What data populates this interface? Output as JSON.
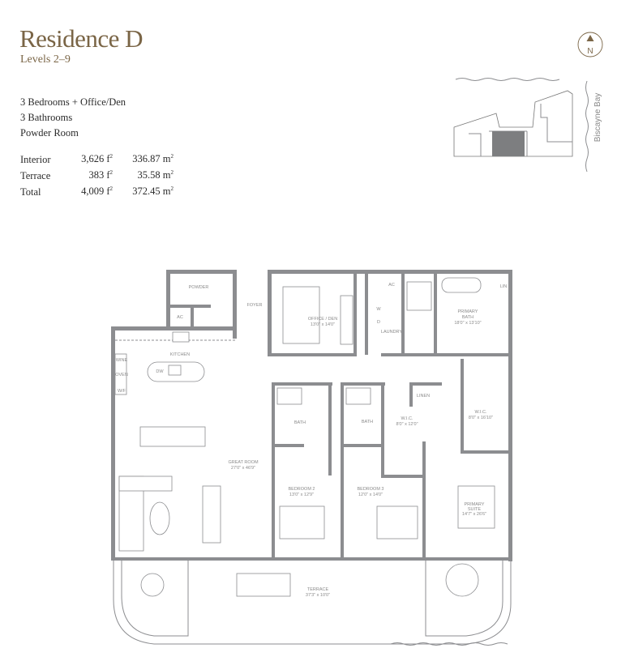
{
  "header": {
    "title": "Residence D",
    "subtitle": "Levels 2–9"
  },
  "features": [
    "3 Bedrooms + Office/Den",
    "3 Bathrooms",
    "Powder Room"
  ],
  "areas": [
    {
      "label": "Interior",
      "sqft": "3,626 f",
      "sqm": "336.87 m"
    },
    {
      "label": "Terrace",
      "sqft": "383 f",
      "sqm": "35.58 m"
    },
    {
      "label": "Total",
      "sqft": "4,009 f",
      "sqm": "372.45 m"
    }
  ],
  "sup": "2",
  "compass": {
    "label": "N"
  },
  "keyplan": {
    "water_label": "Biscayne Bay"
  },
  "rooms": {
    "powder": "POWDER",
    "ac1": "AC",
    "foyer": "FOYER",
    "office": "OFFICE / DEN",
    "office_dim": "13'0\" x 14'0\"",
    "ac2": "AC",
    "washer": "W",
    "dryer": "D",
    "laundry": "LAUNDRY",
    "primary_bath": "PRIMARY",
    "primary_bath2": "BATH",
    "primary_bath_dim": "18'0\" x 13'10\"",
    "lin": "LIN",
    "kitchen": "KITCHEN",
    "wine": "WINE",
    "oven": "OVEN",
    "wf": "W/F",
    "dw": "DW",
    "bath2": "BATH",
    "bath3": "BATH",
    "linen": "LINEN",
    "wic1": "W.I.C.",
    "wic1_dim": "8'0\" x 12'0\"",
    "wic2": "W.I.C.",
    "wic2_dim": "8'0\" x 16'10\"",
    "great_room": "GREAT ROOM",
    "great_room_dim": "27'0\" x 46'9\"",
    "bedroom2": "BEDROOM 2",
    "bedroom2_dim": "13'0\" x 12'9\"",
    "bedroom3": "BEDROOM 3",
    "bedroom3_dim": "12'0\" x 14'0\"",
    "primary_suite": "PRIMARY",
    "primary_suite2": "SUITE",
    "primary_suite_dim": "14'7\" x 26'6\"",
    "terrace": "TERRACE",
    "terrace_dim": "37'3\" x 10'0\""
  },
  "colors": {
    "accent": "#7a6546",
    "wall": "#8c8d90",
    "unit_highlight": "#7d7e80"
  }
}
